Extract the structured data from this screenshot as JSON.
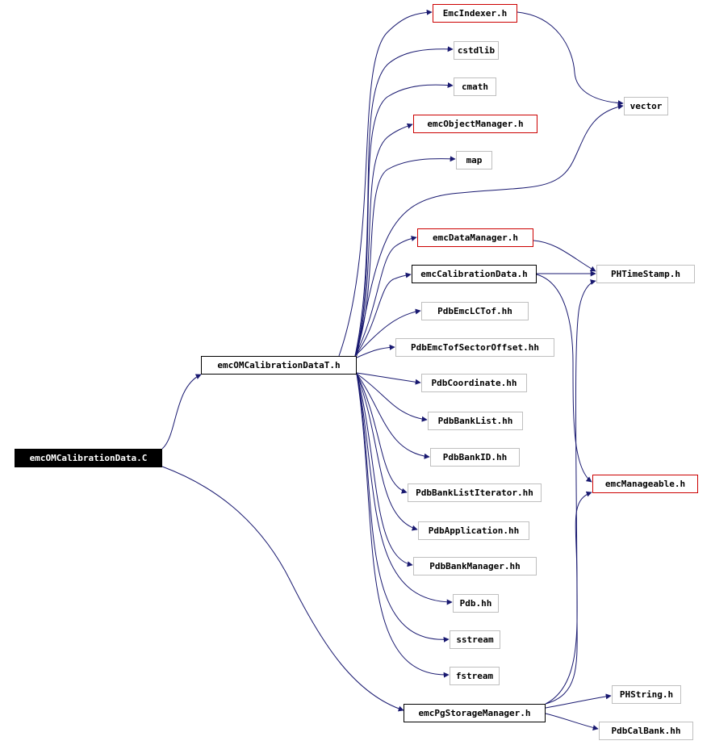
{
  "colors": {
    "edge": "#191970",
    "missing_border": "#cc0000",
    "documented_border": "#000000",
    "external_border": "#bfbfbf"
  },
  "nodes": {
    "root": "emcOMCalibrationData.C",
    "calib_t": "emcOMCalibrationDataT.h",
    "storage": "emcPgStorageManager.h",
    "emcindexer": "EmcIndexer.h",
    "cstdlib": "cstdlib",
    "cmath": "cmath",
    "objmgr": "emcObjectManager.h",
    "map": "map",
    "datamgr": "emcDataManager.h",
    "calibdata": "emcCalibrationData.h",
    "lctof": "PdbEmcLCTof.hh",
    "tofsector": "PdbEmcTofSectorOffset.hh",
    "coordinate": "PdbCoordinate.hh",
    "banklist": "PdbBankList.hh",
    "bankid": "PdbBankID.hh",
    "banklistiter": "PdbBankListIterator.hh",
    "application": "PdbApplication.hh",
    "bankmgr": "PdbBankManager.hh",
    "pdb": "Pdb.hh",
    "sstream": "sstream",
    "fstream": "fstream",
    "vector": "vector",
    "phtimestamp": "PHTimeStamp.h",
    "manageable": "emcManageable.h",
    "phstring": "PHString.h",
    "calbank": "PdbCalBank.hh"
  }
}
